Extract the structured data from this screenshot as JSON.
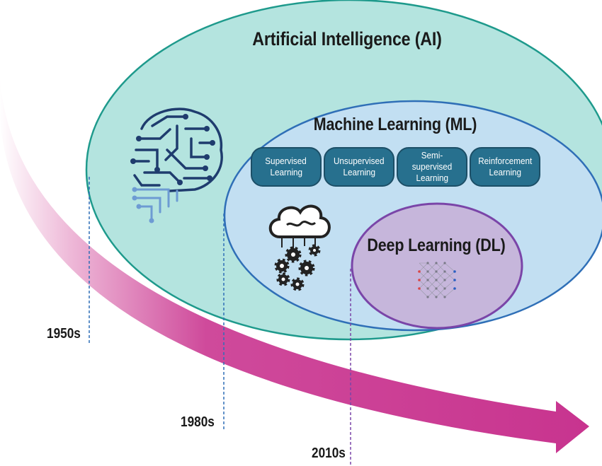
{
  "diagram": {
    "ai_title": "Artificial Intelligence (AI)",
    "ml_title": "Machine Learning (ML)",
    "dl_title": "Deep Learning (DL)",
    "ml_types": [
      {
        "line1": "Supervised",
        "line2": "Learning"
      },
      {
        "line1": "Unsupervised",
        "line2": "Learning"
      },
      {
        "line1": "Semi-supervised",
        "line2": "Learning"
      },
      {
        "line1": "Reinforcement",
        "line2": "Learning"
      }
    ],
    "eras": [
      "1950s",
      "1980s",
      "2010s"
    ]
  },
  "icons": [
    "circuit-brain-icon",
    "cloud-gears-icon",
    "neural-network-icon"
  ],
  "colors": {
    "ai_fill": "#b4e4df",
    "ai_stroke": "#1e9a8c",
    "ml_fill": "#c2dff2",
    "ml_stroke": "#2f6fb7",
    "dl_fill": "#c6b6db",
    "dl_stroke": "#7a45a8",
    "pill_fill": "#27708e",
    "arrow": "#c9358f",
    "circuit": "#1f3c6e"
  }
}
